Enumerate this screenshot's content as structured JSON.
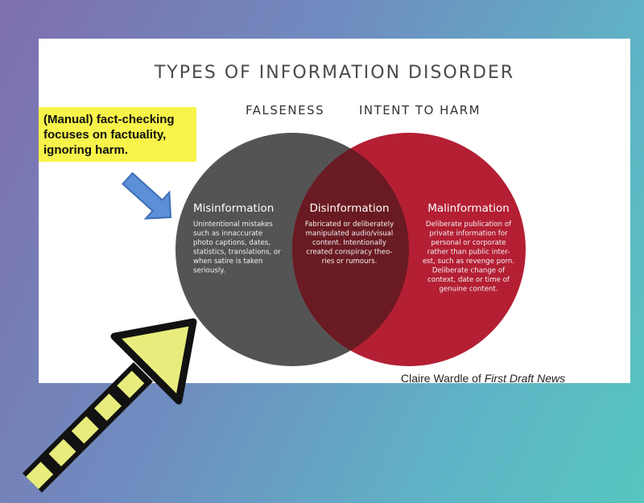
{
  "slide": {
    "title": "TYPES OF INFORMATION DISORDER",
    "header_left": "FALSENESS",
    "header_right": "INTENT TO HARM",
    "credit_prefix": "Claire Wardle of ",
    "credit_source": "First Draft News"
  },
  "callout": {
    "line1": "(Manual) fact-checking",
    "line2": "focuses on factuality,",
    "line3": "ignoring harm."
  },
  "venn": {
    "misinformation": {
      "title": "Misinformation",
      "lines": [
        "Unintentional mistakes",
        "such as innaccurate",
        "photo captions, dates,",
        "statistics, translations, or",
        "when satire is taken",
        "seriously."
      ]
    },
    "disinformation": {
      "title": "Disinformation",
      "lines": [
        "Fabricated or deliberately",
        "manipulated audio/visual",
        "content. Intentionally",
        "created conspiracy theo-",
        "ries or rumours."
      ]
    },
    "malinformation": {
      "title": "Malinformation",
      "lines": [
        "Deliberate publication of",
        "private information for",
        "personal or corporate",
        "rather than public inter-",
        "est, such as revenge porn.",
        "Deliberate change of",
        "context, date or time of",
        "genuine content."
      ]
    }
  },
  "colors": {
    "falseness_circle": "#545454",
    "harm_circle": "#b41f34",
    "overlap": "#6a1a22",
    "callout_bg": "#f7f34a",
    "blue_arrow": "#5b8fd6",
    "yellow_arrow": "#e8ec7c"
  }
}
